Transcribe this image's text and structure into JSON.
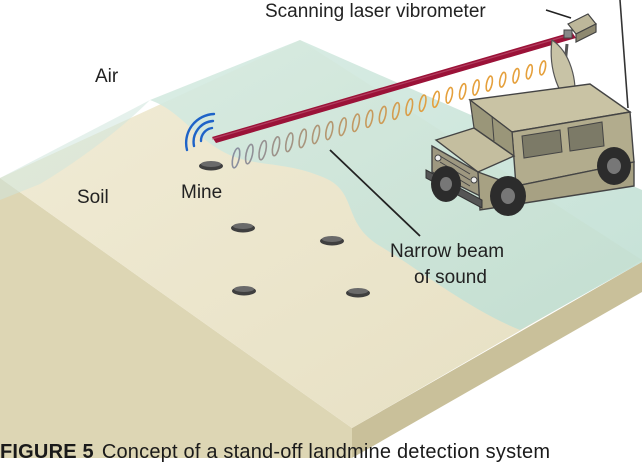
{
  "labels": {
    "air": "Air",
    "soil": "Soil",
    "mine": "Mine",
    "scanner": "Scanning laser vibrometer",
    "beam_line1": "Narrow beam",
    "beam_line2": "of sound"
  },
  "caption": {
    "prefix": "FIGURE 5",
    "text": "Concept of a stand-off landmine detection system"
  },
  "colors": {
    "laser": "#9b1238",
    "sound_rings": "#e5a03c",
    "sound_rings_near": "#8a8f9e",
    "wifi_arcs": "#1e63c8",
    "ground_top": "#ece6cc",
    "ground_side": "#d4cca7",
    "air_shade": "#cfe5dc",
    "vehicle": "#bbb494"
  }
}
